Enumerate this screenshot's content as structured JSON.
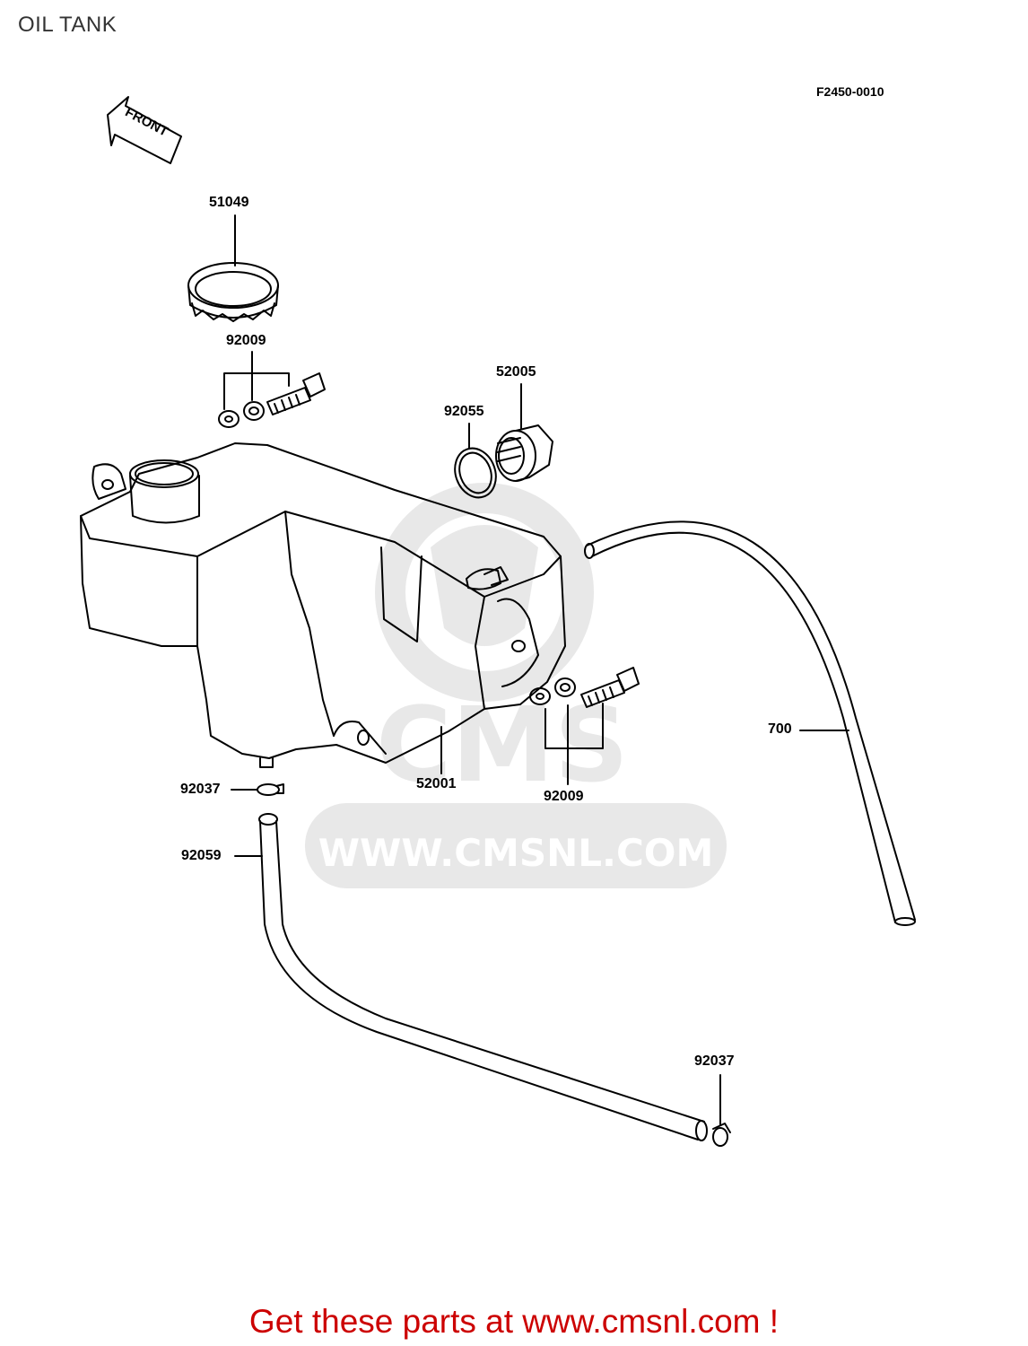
{
  "page": {
    "title": "OIL TANK",
    "diagram_code": "F2450-0010",
    "direction_label": "FRONT",
    "promo_text": "Get these parts at www.cmsnl.com !"
  },
  "watermark": {
    "logo_text": "CMS",
    "url_text": "WWW.CMSNL.COM",
    "color": "#e8e8e8"
  },
  "callouts": {
    "cap": "51049",
    "washers_top": "92009",
    "plug": "52005",
    "o_ring": "92055",
    "breather_hose": "700",
    "clamp_upper": "92037",
    "tank": "52001",
    "washers_bottom": "92009",
    "feed_hose": "92059",
    "clamp_lower": "92037"
  },
  "colors": {
    "line": "#000000",
    "promo": "#cc0000",
    "title": "#333333"
  }
}
